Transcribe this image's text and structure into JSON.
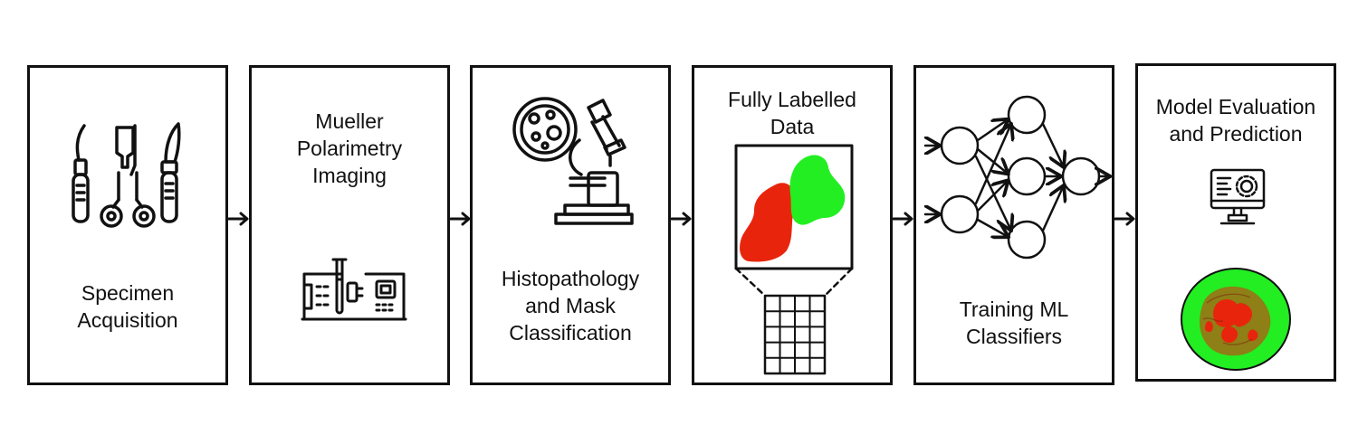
{
  "stages": [
    {
      "lines": [
        "Specimen",
        "Acquisition"
      ],
      "icon": "surgical-instruments-icon"
    },
    {
      "lines": [
        "Mueller",
        "Polarimetry",
        "Imaging"
      ],
      "icon": "polarimetry-device-icon"
    },
    {
      "lines": [
        "Histopathology",
        "and Mask",
        "Classification"
      ],
      "icon": "microscope-icon"
    },
    {
      "lines": [
        "Fully Labelled",
        "Data"
      ],
      "icon": "labelled-mask-grid-icon"
    },
    {
      "lines": [
        "Training ML",
        "Classifiers"
      ],
      "icon": "neural-network-icon"
    },
    {
      "lines": [
        "Model Evaluation",
        "and Prediction"
      ],
      "icon": "monitor-gear-icon"
    }
  ],
  "colors": {
    "tumor": "#e8250c",
    "healthy": "#22ee22",
    "stroke": "#111111"
  }
}
